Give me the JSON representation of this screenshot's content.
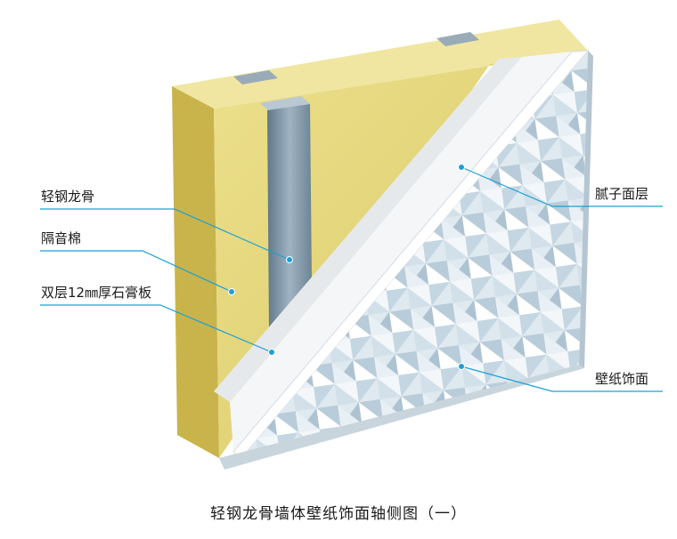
{
  "labels": {
    "light_steel_keel": "轻钢龙骨",
    "sound_insulation_cotton": "隔音棉",
    "double_gypsum_board": "双层12㎜厚石膏板",
    "putty_layer": "腻子面层",
    "wallpaper_finish": "壁纸饰面"
  },
  "caption": "轻钢龙骨墙体壁纸饰面轴侧图（一）",
  "colors": {
    "insulation": "#e5d67a",
    "insulation_side": "#cbb84f",
    "steel": "#7f97a8",
    "gypsum": "#f2f4f6",
    "leader_line": "#1aa0d8",
    "wallpaper_base": "#dde9f1"
  }
}
